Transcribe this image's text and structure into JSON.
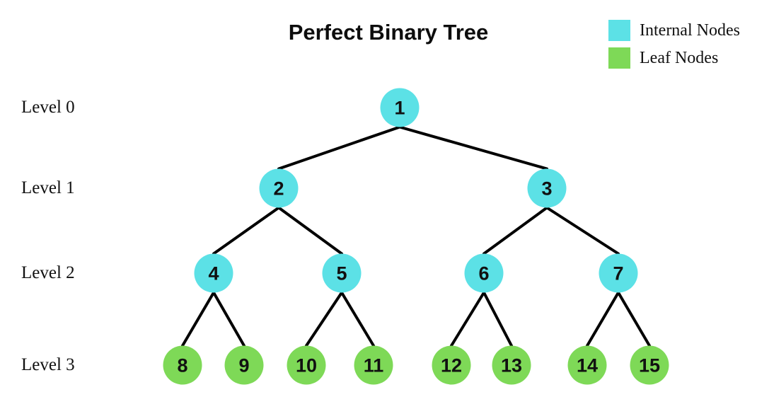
{
  "title": "Perfect Binary Tree",
  "legend": [
    {
      "label": "Internal Nodes",
      "type": "internal",
      "color": "#5CE1E6"
    },
    {
      "label": "Leaf Nodes",
      "type": "leaf",
      "color": "#7ED957"
    }
  ],
  "levels": [
    {
      "label": "Level 0"
    },
    {
      "label": "Level 1"
    },
    {
      "label": "Level 2"
    },
    {
      "label": "Level 3"
    }
  ],
  "colors": {
    "internal": "#5CE1E6",
    "leaf": "#7ED957",
    "edge": "#000000",
    "node_text": "#111111"
  },
  "tree": {
    "nodes": [
      {
        "id": 1,
        "label": "1",
        "type": "internal",
        "level": 0,
        "parent": null
      },
      {
        "id": 2,
        "label": "2",
        "type": "internal",
        "level": 1,
        "parent": 1
      },
      {
        "id": 3,
        "label": "3",
        "type": "internal",
        "level": 1,
        "parent": 1
      },
      {
        "id": 4,
        "label": "4",
        "type": "internal",
        "level": 2,
        "parent": 2
      },
      {
        "id": 5,
        "label": "5",
        "type": "internal",
        "level": 2,
        "parent": 2
      },
      {
        "id": 6,
        "label": "6",
        "type": "internal",
        "level": 2,
        "parent": 3
      },
      {
        "id": 7,
        "label": "7",
        "type": "internal",
        "level": 2,
        "parent": 3
      },
      {
        "id": 8,
        "label": "8",
        "type": "leaf",
        "level": 3,
        "parent": 4
      },
      {
        "id": 9,
        "label": "9",
        "type": "leaf",
        "level": 3,
        "parent": 4
      },
      {
        "id": 10,
        "label": "10",
        "type": "leaf",
        "level": 3,
        "parent": 5
      },
      {
        "id": 11,
        "label": "11",
        "type": "leaf",
        "level": 3,
        "parent": 5
      },
      {
        "id": 12,
        "label": "12",
        "type": "leaf",
        "level": 3,
        "parent": 6
      },
      {
        "id": 13,
        "label": "13",
        "type": "leaf",
        "level": 3,
        "parent": 6
      },
      {
        "id": 14,
        "label": "14",
        "type": "leaf",
        "level": 3,
        "parent": 7
      },
      {
        "id": 15,
        "label": "15",
        "type": "leaf",
        "level": 3,
        "parent": 7
      }
    ]
  }
}
